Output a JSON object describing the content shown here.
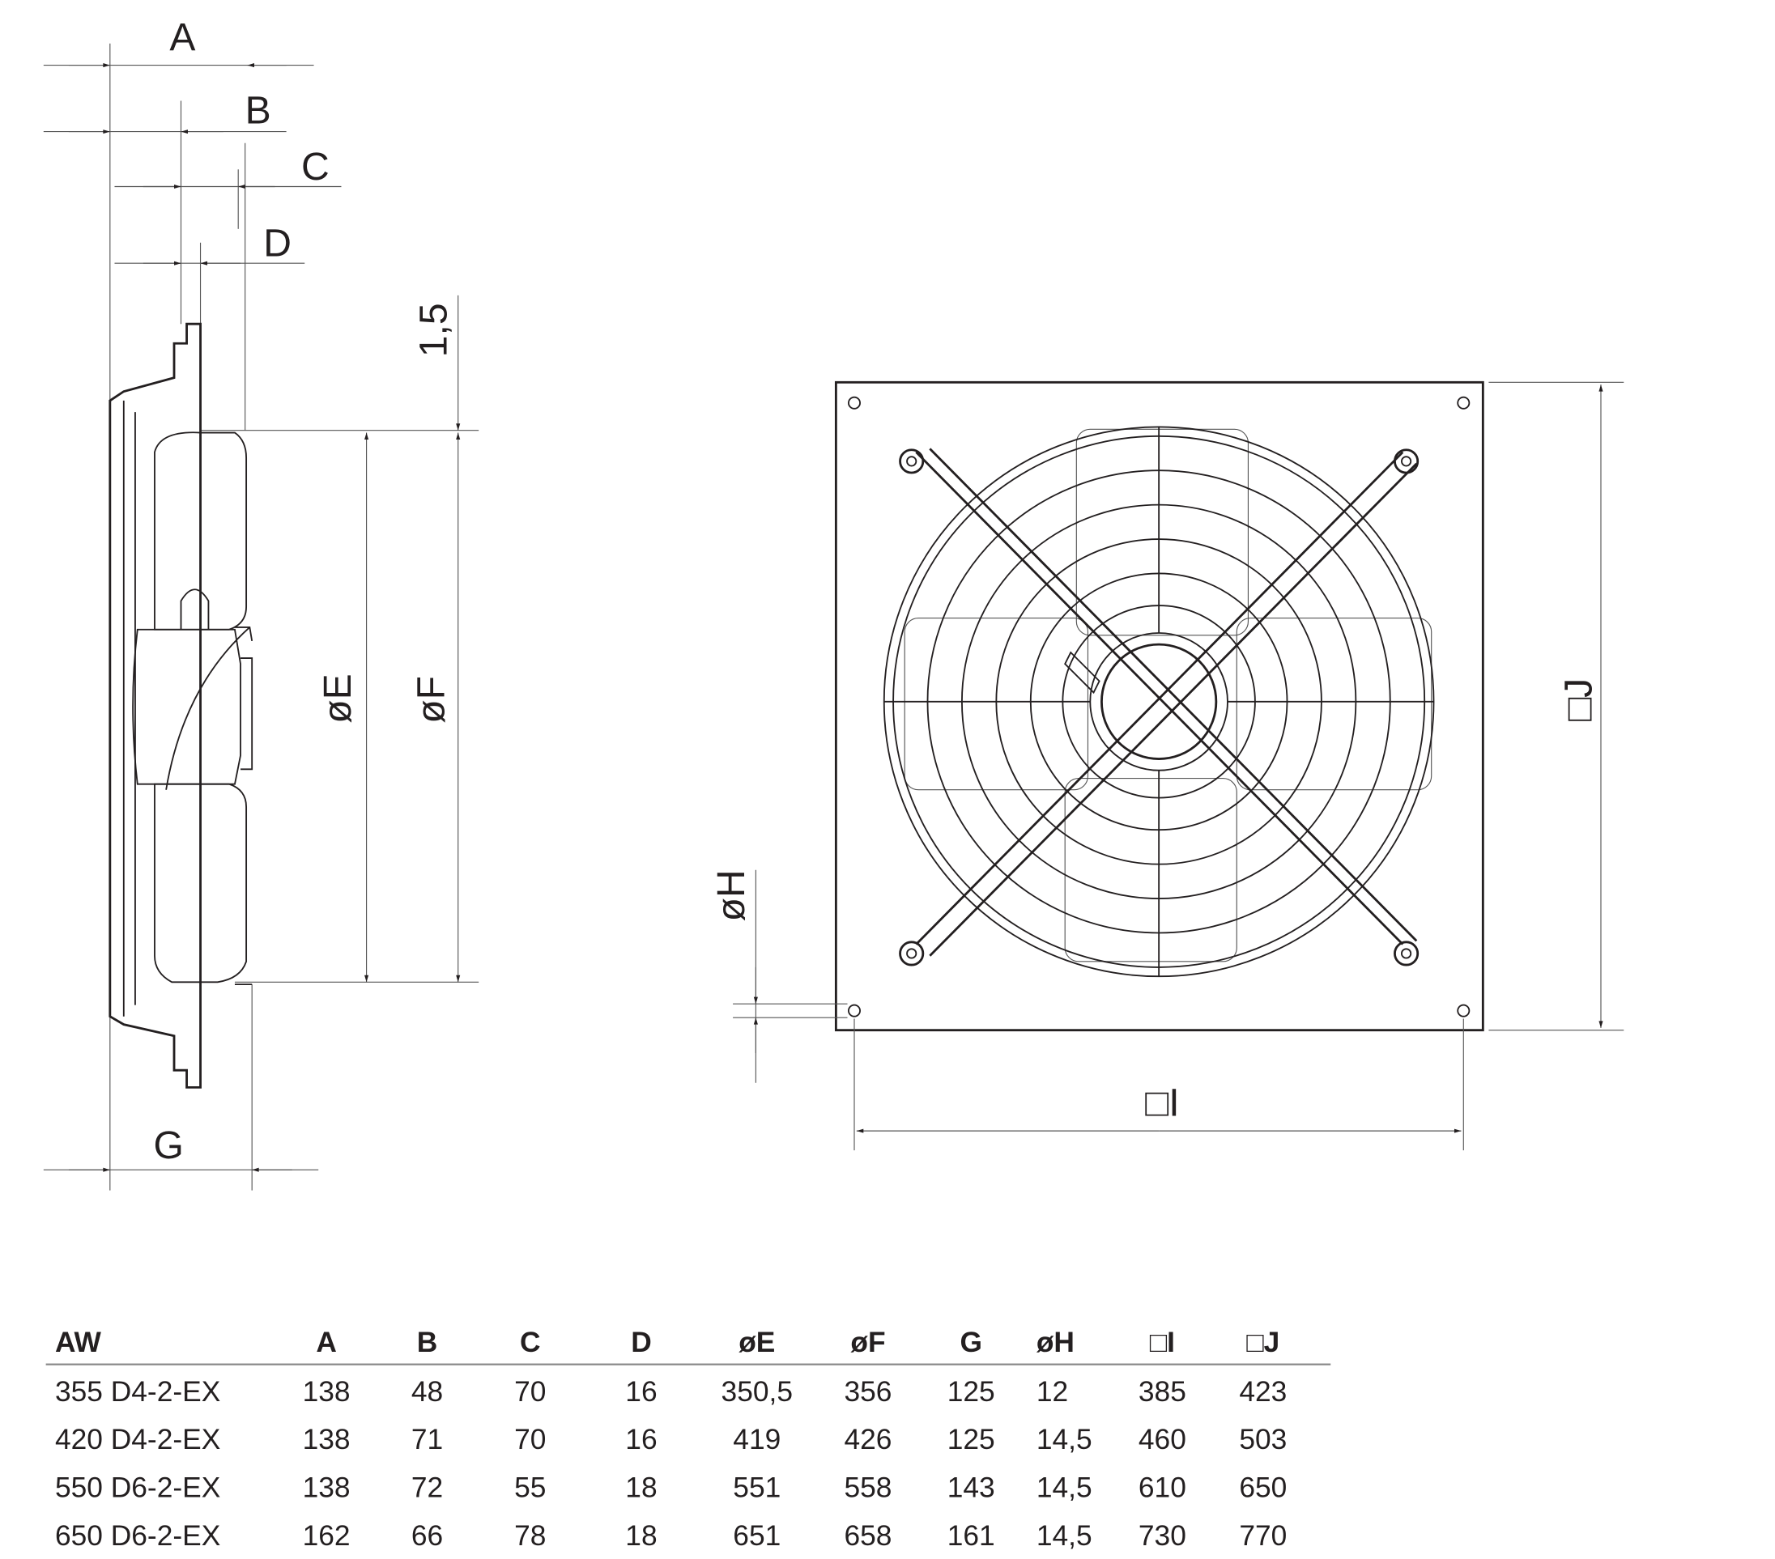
{
  "drawing": {
    "dimension_labels": {
      "A": "A",
      "B": "B",
      "C": "C",
      "D": "D",
      "E": "øE",
      "F": "øF",
      "G": "G",
      "H": "øH",
      "I": "□I",
      "J": "□J",
      "gap": "1,5"
    }
  },
  "table": {
    "headers": [
      "AW",
      "A",
      "B",
      "C",
      "D",
      "øE",
      "øF",
      "G",
      "øH",
      "□I",
      "□J"
    ],
    "rows": [
      [
        "355 D4-2-EX",
        "138",
        "48",
        "70",
        "16",
        "350,5",
        "356",
        "125",
        "12",
        "385",
        "423"
      ],
      [
        "420 D4-2-EX",
        "138",
        "71",
        "70",
        "16",
        "419",
        "426",
        "125",
        "14,5",
        "460",
        "503"
      ],
      [
        "550 D6-2-EX",
        "138",
        "72",
        "55",
        "18",
        "551",
        "558",
        "143",
        "14,5",
        "610",
        "650"
      ],
      [
        "650 D6-2-EX",
        "162",
        "66",
        "78",
        "18",
        "651",
        "658",
        "161",
        "14,5",
        "730",
        "770"
      ]
    ]
  }
}
